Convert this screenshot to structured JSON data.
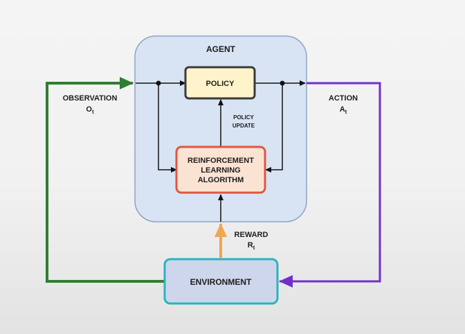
{
  "agent": {
    "title": "AGENT"
  },
  "policy": {
    "label": "POLICY"
  },
  "rl_algorithm": {
    "lines": [
      "REINFORCEMENT",
      "LEARNING",
      "ALGORITHM"
    ]
  },
  "policy_update": {
    "lines": [
      "POLICY",
      "UPDATE"
    ]
  },
  "environment": {
    "label": "ENVIRONMENT"
  },
  "observation": {
    "label": "OBSERVATION",
    "symbol": "O",
    "subscript": "t"
  },
  "action": {
    "label": "ACTION",
    "symbol": "A",
    "subscript": "t"
  },
  "reward": {
    "label": "REWARD",
    "symbol": "R",
    "subscript": "t"
  },
  "colors": {
    "agent_fill": "#d8e3f3",
    "agent_stroke": "#8da3c5",
    "policy_fill": "#fff3cc",
    "rl_fill": "#fbe3d4",
    "rl_stroke": "#e0563f",
    "environment_fill": "#cdd6ea",
    "environment_stroke": "#2ab3c0",
    "observation_arrow": "#2f7d32",
    "action_arrow": "#7030c8",
    "reward_arrow": "#f0a552",
    "internal_arrow": "#111111"
  }
}
